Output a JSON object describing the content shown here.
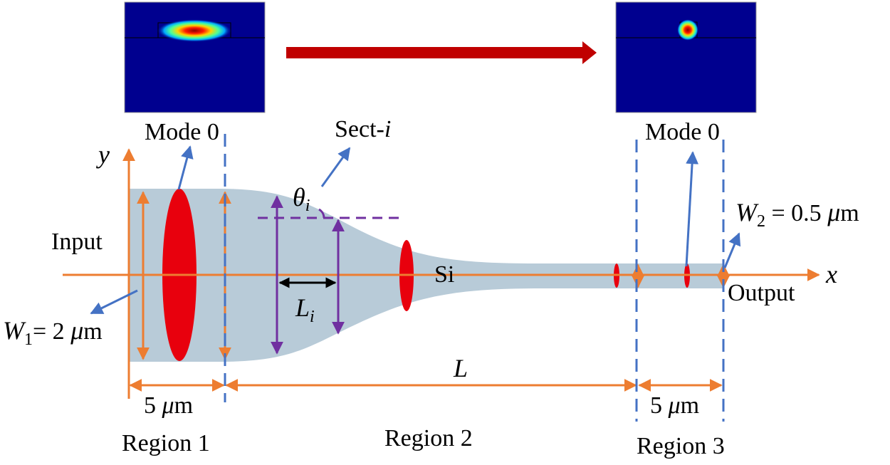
{
  "colors": {
    "waveguide": "#b8cbd8",
    "mode": "#e8000d",
    "orange": "#ed7d31",
    "blue": "#4472c4",
    "purple": "#7030a0",
    "arrow": "#c00000",
    "mode_bg": "#00008f"
  },
  "labels": {
    "mode_in": "Mode 0",
    "mode_out": "Mode 0",
    "sect_prefix": "Sect-",
    "sect_i": "i",
    "theta": "θ",
    "theta_sub": "i",
    "y_axis": "y",
    "x_axis": "x",
    "input": "Input",
    "output": "Output",
    "si": "Si",
    "li": "L",
    "li_sub": "i",
    "l_total": "L",
    "w1_sym": "W",
    "w1_sub": "1",
    "w1_val": "= 2 ",
    "w1_mu": "μ",
    "w1_unit": "m",
    "w2_sym": "W",
    "w2_sub": "2",
    "w2_val": " = 0.5 ",
    "w2_mu": "μ",
    "w2_unit": "m",
    "len1_val": "5 ",
    "len1_mu": "μ",
    "len1_unit": "m",
    "len3_val": "5 ",
    "len3_mu": "μ",
    "len3_unit": "m",
    "region1": "Region 1",
    "region2": "Region 2",
    "region3": "Region 3"
  }
}
